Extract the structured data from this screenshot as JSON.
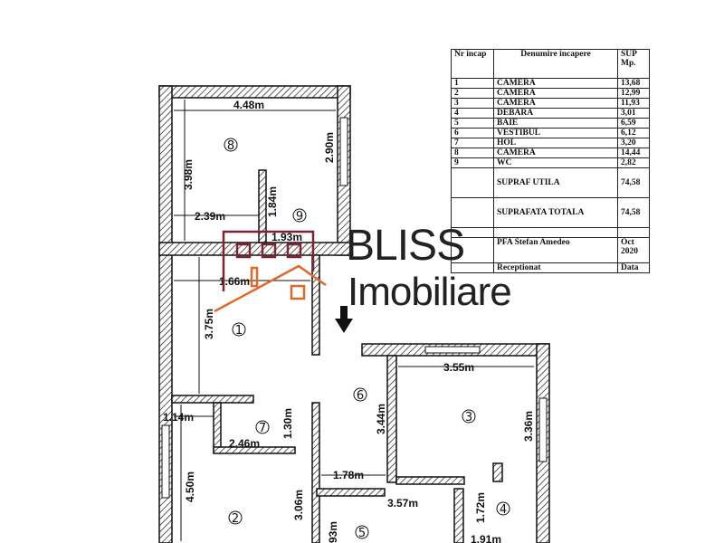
{
  "table": {
    "headers": [
      "Nr incap",
      "Denumire incapere",
      "SUP Mp."
    ],
    "rows": [
      [
        "1",
        "CAMERA",
        "13,68"
      ],
      [
        "2",
        "CAMERA",
        "12,99"
      ],
      [
        "3",
        "CAMERA",
        "11,93"
      ],
      [
        "4",
        "DEBARA",
        "3,01"
      ],
      [
        "5",
        "BAIE",
        "6,59"
      ],
      [
        "6",
        "VESTIBUL",
        "6,12"
      ],
      [
        "7",
        "HOL",
        "3,20"
      ],
      [
        "8",
        "CAMERA",
        "14,44"
      ],
      [
        "9",
        "WC",
        "2,82"
      ]
    ],
    "utila_label": "SUPRAF UTILA",
    "utila_value": "74,58",
    "totala_label": "SUPRAFATA TOTALA",
    "totala_value": "74,58",
    "author": "PFA Stefan Amedeo",
    "date": "Oct 2020",
    "receptionat": "Receptionat",
    "data_label": "Data"
  },
  "plan": {
    "rooms": [
      "8",
      "9",
      "1",
      "7",
      "6",
      "3",
      "2",
      "5",
      "4"
    ],
    "dimensions": [
      "4.48m",
      "2.90m",
      "3.98m",
      "2.39m",
      "1.84m",
      "1.93m",
      "1.66m",
      "3.75m",
      "1.14m",
      "2.46m",
      "1.30m",
      "3.44m",
      "3.55m",
      "3.36m",
      "1.78m",
      "4.50m",
      "3.06m",
      "3.57m",
      "1.72m",
      "93m",
      "1.91m"
    ]
  },
  "logo": {
    "line1": "BLISS",
    "line2": "Imobiliare",
    "colors": {
      "frame": "#7a2434",
      "roof": "#e0692a"
    }
  }
}
